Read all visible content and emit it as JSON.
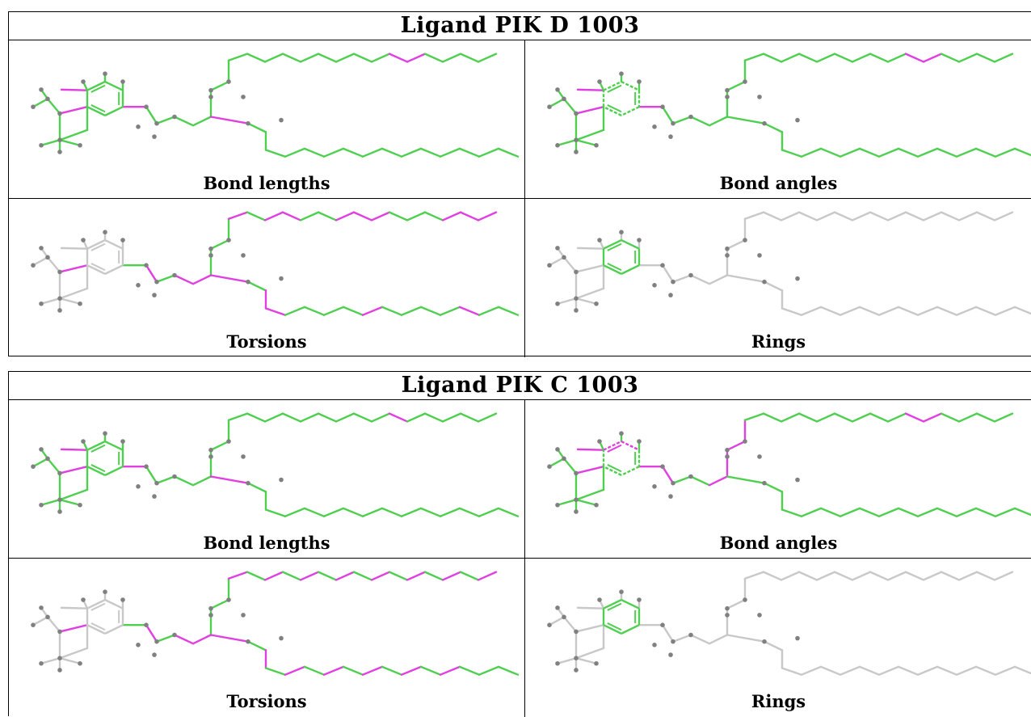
{
  "colors": {
    "pass": "#4fcf4f",
    "fail": "#e040e0",
    "neutral": "#c8c8c8",
    "atom": "#808080"
  },
  "panels": [
    {
      "title": "Ligand PIK D 1003",
      "cells": [
        {
          "label": "Bond lengths",
          "fail_bonds": [
            0,
            4,
            14,
            22,
            32,
            33
          ],
          "neutral": false,
          "ring_pass": false
        },
        {
          "label": "Bond angles",
          "fail_bonds": [
            0,
            4,
            14,
            32,
            33
          ],
          "neutral": false,
          "ring_pass": false,
          "dashed_ring": true
        },
        {
          "label": "Torsions",
          "fail_bonds": [
            0,
            15,
            17,
            18,
            22,
            23,
            25,
            26,
            29,
            30,
            31,
            35,
            36,
            37,
            39,
            40,
            45,
            50
          ],
          "pass_bonds": [
            14,
            16,
            19,
            20,
            21,
            24,
            27,
            28,
            32,
            33,
            34,
            38,
            41,
            42,
            43,
            44,
            46,
            47,
            48,
            49,
            51,
            52
          ],
          "neutral": true,
          "ring_pass": false
        },
        {
          "label": "Rings",
          "fail_bonds": [],
          "neutral": true,
          "ring_pass": true
        }
      ]
    },
    {
      "title": "Ligand PIK C 1003",
      "cells": [
        {
          "label": "Bond lengths",
          "fail_bonds": [
            0,
            4,
            14,
            22,
            32
          ],
          "neutral": false,
          "ring_pass": false
        },
        {
          "label": "Bond angles",
          "fail_bonds": [
            0,
            4,
            14,
            15,
            18,
            19,
            20,
            21,
            32,
            33
          ],
          "neutral": false,
          "ring_pass": false,
          "dashed_ring": true,
          "ring_fail_side": true
        },
        {
          "label": "Torsions",
          "fail_bonds": [
            0,
            15,
            17,
            18,
            22,
            23,
            25,
            27,
            29,
            31,
            33,
            35,
            37,
            39,
            41,
            43,
            45,
            47,
            49
          ],
          "pass_bonds": [
            14,
            16,
            19,
            20,
            21,
            24,
            26,
            28,
            30,
            32,
            34,
            36,
            38,
            40,
            42,
            44,
            46,
            48,
            50,
            51,
            52
          ],
          "neutral": true,
          "ring_pass": false
        },
        {
          "label": "Rings",
          "fail_bonds": [],
          "neutral": true,
          "ring_pass": true
        }
      ]
    }
  ]
}
